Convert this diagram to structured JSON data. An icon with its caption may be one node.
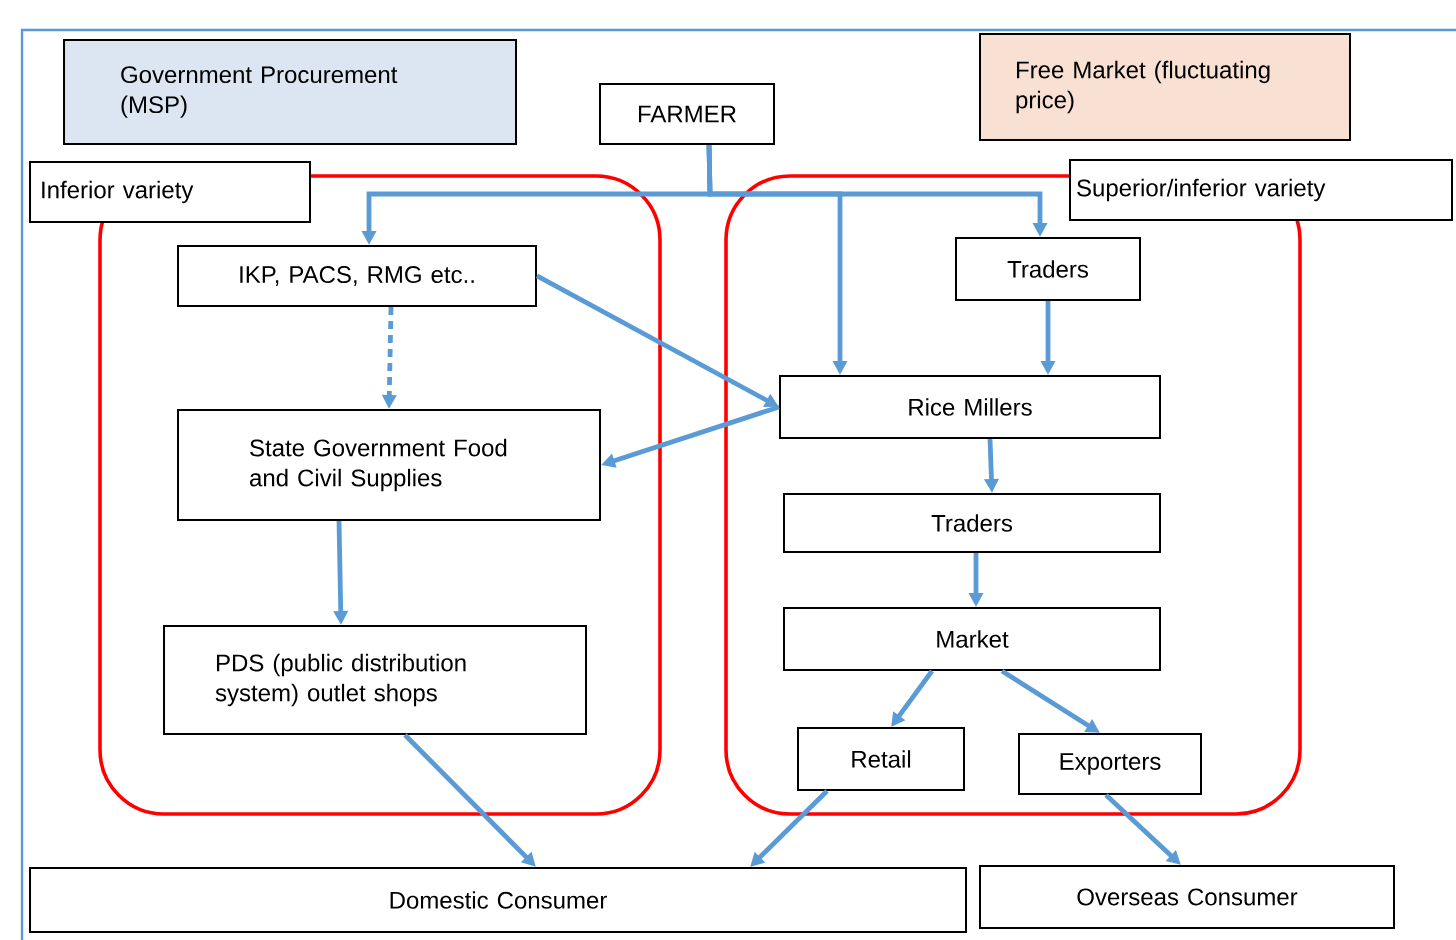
{
  "diagram": {
    "nodes": [
      {
        "text": [
          "Government Procurement (MSP)"
        ]
      },
      {
        "text": [
          "Free Market (fluctuating price)"
        ]
      },
      {
        "text": [
          "FARMER"
        ]
      },
      {
        "text": [
          "Inferior variety"
        ]
      },
      {
        "text": [],
        "shape": "box"
      },
      {
        "text": [
          "IKP, PACS, RMG etc.."
        ],
        "in": 4
      },
      {
        "text": [
          "State Government Food and Civil Supplies"
        ],
        "in": 4
      },
      {
        "text": [
          "PDS (public distribution system) outlet shops"
        ],
        "in": 4
      },
      {
        "text": [
          "Superior/inferior variety"
        ]
      },
      {
        "text": [],
        "shape": "box"
      },
      {
        "text": [
          "Traders"
        ],
        "in": 9
      },
      {
        "text": [
          "Rice Millers"
        ],
        "in": 9
      },
      {
        "text": [
          "Traders"
        ],
        "in": 9
      },
      {
        "text": [
          "Market"
        ],
        "in": 9
      },
      {
        "text": [
          "Retail"
        ],
        "in": 9
      },
      {
        "text": [
          "Exporters"
        ],
        "in": 9
      },
      {
        "text": [
          "Domestic Consumer"
        ]
      },
      {
        "text": [
          "Overseas Consumer"
        ]
      }
    ],
    "edges": [
      {
        "from": 2,
        "to": 5,
        "arrow": "to"
      },
      {
        "from": 2,
        "to": 11,
        "arrow": "to"
      },
      {
        "from": 2,
        "to": 10,
        "arrow": "to"
      },
      {
        "from": 10,
        "to": 11,
        "arrow": "to"
      },
      {
        "from": 5,
        "to": 11,
        "arrow": "to"
      },
      {
        "from": 11,
        "to": 6,
        "arrow": "to"
      },
      {
        "from": 5,
        "to": 6,
        "arrow": "to",
        "style": "dashed"
      },
      {
        "from": 6,
        "to": 7,
        "arrow": "to"
      },
      {
        "from": 11,
        "to": 12,
        "arrow": "to"
      },
      {
        "from": 12,
        "to": 13,
        "arrow": "to"
      },
      {
        "from": 13,
        "to": 14,
        "arrow": "to"
      },
      {
        "from": 13,
        "to": 15,
        "arrow": "to"
      },
      {
        "from": 7,
        "to": 16,
        "arrow": "to"
      },
      {
        "from": 14,
        "to": 16,
        "arrow": "to"
      },
      {
        "from": 15,
        "to": 17,
        "arrow": "to"
      }
    ]
  }
}
